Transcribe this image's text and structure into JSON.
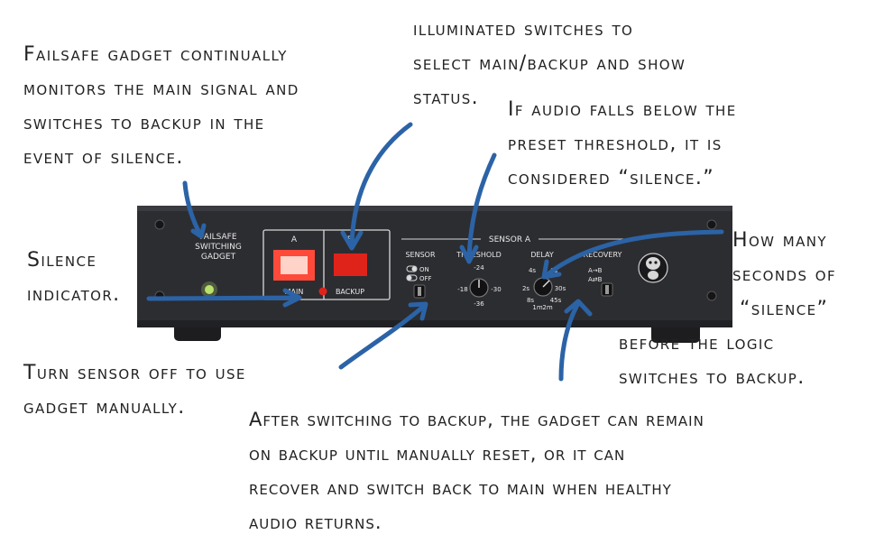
{
  "annotations": {
    "failsafe": [
      "Failsafe gadget continually",
      "monitors the main signal and",
      "switches to backup in the",
      "event of silence."
    ],
    "illuminated": [
      "illuminated switches to",
      "select main/backup and show",
      "status."
    ],
    "threshold": [
      "If audio falls below the",
      "preset threshold, it is",
      "considered “silence.”"
    ],
    "silence_indicator": [
      "Silence",
      "indicator."
    ],
    "how_many": [
      "How many",
      "seconds of",
      "“silence”",
      "before the logic",
      "switches to backup."
    ],
    "sensor_off": [
      "Turn sensor off to use",
      "gadget manually."
    ],
    "recover": [
      "After switching to backup, the gadget can remain",
      "on backup until manually reset, or it can",
      "recover and switch back to main when healthy",
      "audio returns."
    ]
  },
  "panel": {
    "logo": [
      "FAILSAFE",
      "SWITCHING",
      "GADGET"
    ],
    "button_a": "A",
    "button_b": "B",
    "main_label": "MAIN",
    "backup_label": "BACKUP",
    "sensor_group": "SENSOR A",
    "sensor_label": "SENSOR",
    "on_label": "ON",
    "off_label": "OFF",
    "threshold_label": "THRESHOLD",
    "threshold_marks": [
      "-24",
      "-18",
      "-30",
      "-36"
    ],
    "delay_label": "DELAY",
    "delay_marks": [
      "4s",
      "6s",
      "2s",
      "30s",
      "8s",
      "45s",
      "1m",
      "2m"
    ],
    "recovery_label": "RECOVERY",
    "recovery_options": [
      "A→B",
      "A⇄B"
    ]
  },
  "colors": {
    "chassis": "#2c2d31",
    "button_a_lit": "#ff4a3a",
    "button_b_lit": "#e0231a",
    "led_green": "#b9e26a",
    "led_red": "#e0231a",
    "arrow": "#2b63a6"
  }
}
